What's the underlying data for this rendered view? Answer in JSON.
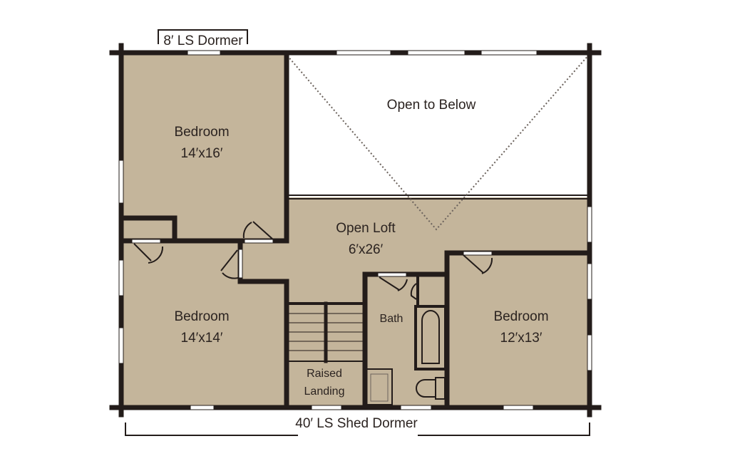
{
  "plan": {
    "top_dimension": "8′ LS Dormer",
    "bottom_dimension": "40′ LS Shed Dormer",
    "colors": {
      "floor": "#c4b59b",
      "wall": "#231c1a",
      "open": "#ffffff"
    },
    "rooms": [
      {
        "name": "Bedroom",
        "size": "14′x16′"
      },
      {
        "name": "Open to Below"
      },
      {
        "name": "Open Loft",
        "size": "6′x26′"
      },
      {
        "name": "Bedroom",
        "size": "14′x14′"
      },
      {
        "name": "Bath"
      },
      {
        "name": "Bedroom",
        "size": "12′x13′"
      },
      {
        "name": "Raised",
        "name2": "Landing"
      }
    ]
  }
}
